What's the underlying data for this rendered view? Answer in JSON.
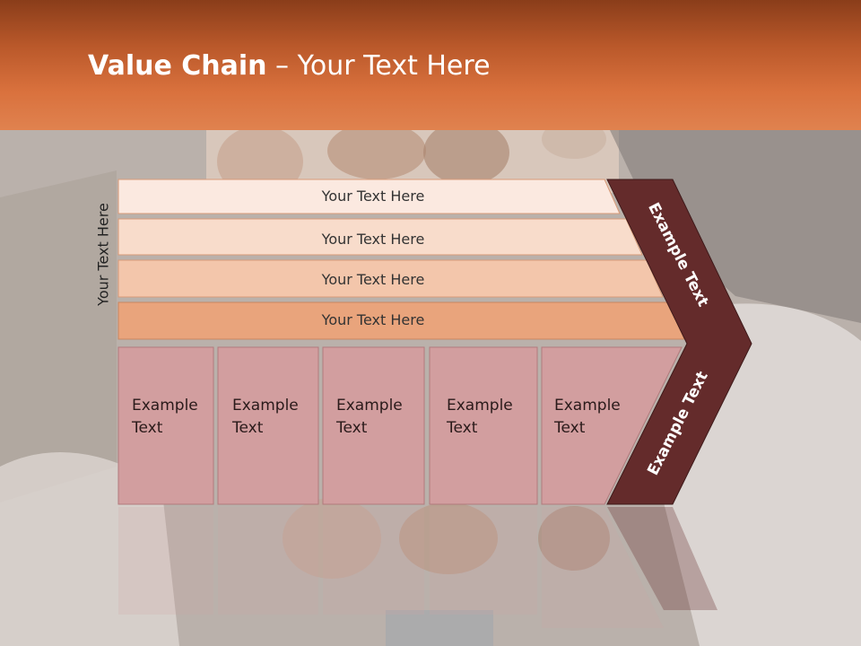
{
  "slide": {
    "title_bold": "Value Chain",
    "title_rest": " – Your Text Here",
    "side_label": "Your Text Here",
    "rows": [
      "Your Text Here",
      "Your Text Here",
      "Your Text Here",
      "Your Text Here"
    ],
    "columns": [
      {
        "line1": "Example",
        "line2": "Text"
      },
      {
        "line1": "Example",
        "line2": "Text"
      },
      {
        "line1": "Example",
        "line2": "Text"
      },
      {
        "line1": "Example",
        "line2": "Text"
      },
      {
        "line1": "Example",
        "line2": "Text"
      }
    ],
    "chevron_upper": "Example Text",
    "chevron_lower": "Example Text"
  },
  "colors": {
    "header": "#c4602f",
    "row1": "#fbe9e0",
    "row2": "#f8dccb",
    "row3": "#f3c6ab",
    "row4": "#e9a47c",
    "column": "#d29e9f",
    "chevron": "#642b2b"
  }
}
